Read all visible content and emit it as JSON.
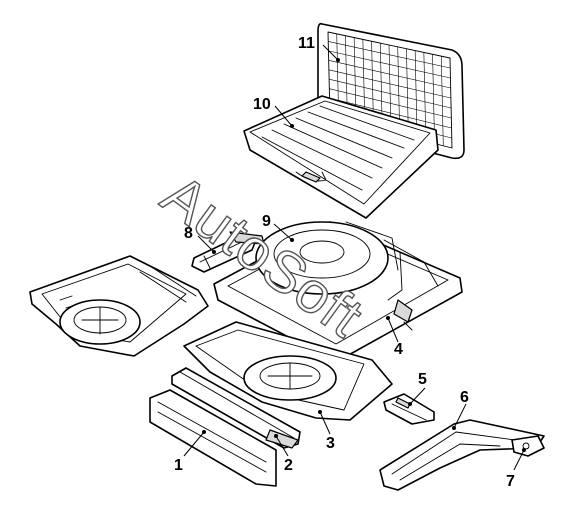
{
  "watermark": "AutoSoft",
  "callouts": [
    {
      "id": "c1",
      "label": "1"
    },
    {
      "id": "c2",
      "label": "2"
    },
    {
      "id": "c3",
      "label": "3"
    },
    {
      "id": "c4",
      "label": "4"
    },
    {
      "id": "c5",
      "label": "5"
    },
    {
      "id": "c6",
      "label": "6"
    },
    {
      "id": "c7",
      "label": "7"
    },
    {
      "id": "c8",
      "label": "8"
    },
    {
      "id": "c9",
      "label": "9"
    },
    {
      "id": "c10",
      "label": "10"
    },
    {
      "id": "c11",
      "label": "11"
    }
  ],
  "colors": {
    "line": "#000000",
    "background": "#ffffff",
    "watermark_stroke": "#555555"
  }
}
